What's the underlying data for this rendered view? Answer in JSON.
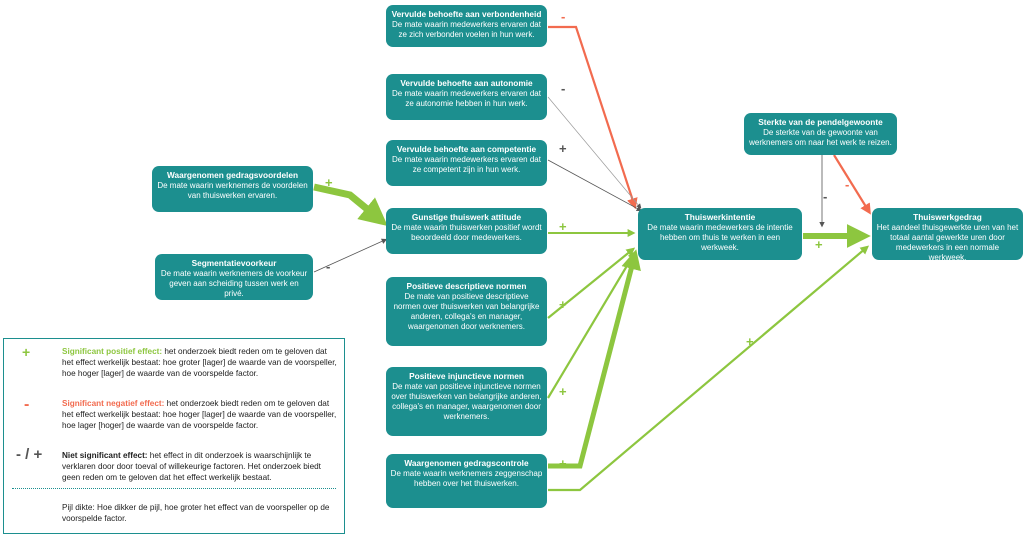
{
  "colors": {
    "box": "#1c8f8f",
    "positive": "#8dc63f",
    "negative": "#f26b4f",
    "nonsignificant": "#555555",
    "size_arrow": "#1c8f8f"
  },
  "boxes": {
    "verbondenheid": {
      "title": "Vervulde behoefte aan verbondenheid",
      "desc": "De mate waarin medewerkers ervaren dat ze zich verbonden voelen in hun werk."
    },
    "autonomie": {
      "title": "Vervulde behoefte aan autonomie",
      "desc": "De mate waarin medewerkers ervaren dat ze autonomie hebben in hun werk."
    },
    "competentie": {
      "title": "Vervulde behoefte aan competentie",
      "desc": "De mate waarin medewerkers ervaren dat ze competent zijn in hun werk."
    },
    "gedragsvoordelen": {
      "title": "Waargenomen gedragsvoordelen",
      "desc": "De mate waarin werknemers de voordelen van thuiswerken ervaren."
    },
    "attitude": {
      "title": "Gunstige thuiswerk attitude",
      "desc": "De mate waarin thuiswerken positief wordt beoordeeld door medewerkers."
    },
    "segmentatie": {
      "title": "Segmentatievoorkeur",
      "desc": "De mate waarin werknemers de voorkeur geven aan scheiding tussen werk en privé."
    },
    "descriptief": {
      "title": "Positieve descriptieve normen",
      "desc": "De mate van positieve descriptieve normen over thuiswerken van belangrijke anderen, collega's en manager, waargenomen door werknemers."
    },
    "injunctief": {
      "title": "Positieve injunctieve normen",
      "desc": "De mate van positieve injunctieve normen over thuiswerken van belangrijke anderen, collega's en manager, waargenomen door werknemers."
    },
    "gedragscontrole": {
      "title": "Waargenomen gedragscontrole",
      "desc": "De mate waarin werknemers zeggenschap hebben over het thuiswerken."
    },
    "intentie": {
      "title": "Thuiswerkintentie",
      "desc": "De mate waarin medewerkers de intentie hebben om thuis te werken in een werkweek."
    },
    "pendel": {
      "title": "Sterkte van de pendelgewoonte",
      "desc": "De sterkte van de gewoonte van werknemers om naar het werk te reizen."
    },
    "gedrag": {
      "title": "Thuiswerkgedrag",
      "desc": "Het aandeel thuisgewerkte uren van het totaal aantal gewerkte uren door medewerkers in een normale werkweek."
    }
  },
  "signs": {
    "verbondenheid": "-",
    "autonomie": "-",
    "competentie": "+",
    "gedragsvoordelen": "+",
    "segmentatie": "-",
    "attitude": "+",
    "descriptief": "+",
    "injunctief": "+",
    "gedragscontrole": "+",
    "intentie_gedrag": "+",
    "pendel_intentie": "-",
    "pendel_gedrag": "-",
    "gedragscontrole_gedrag": "+"
  },
  "legend": {
    "pos_symbol": "+",
    "pos_title": "Significant positief effect:",
    "pos_text": " het onderzoek biedt reden om te geloven dat het effect werkelijk bestaat: hoe groter [lager] de waarde van de voorspeller, hoe hoger [lager] de waarde van de voorspelde factor.",
    "neg_symbol": "-",
    "neg_title": "Significant negatief effect:",
    "neg_text": " het onderzoek biedt reden om te geloven dat het effect werkelijk bestaat: hoe hoger [lager] de waarde van de voorspeller, hoe lager [hoger] de waarde van de voorspelde factor.",
    "ns_symbol": "- / +",
    "ns_title": "Niet significant effect:",
    "ns_text": " het effect in dit onderzoek is waarschijnlijk te verklaren door door toeval of willekeurige factoren. Het onderzoek biedt geen reden om te geloven dat het effect werkelijk bestaat.",
    "size_text": "Pijl dikte: Hoe dikker de pijl, hoe groter het effect van de voorspeller op de voorspelde factor."
  }
}
